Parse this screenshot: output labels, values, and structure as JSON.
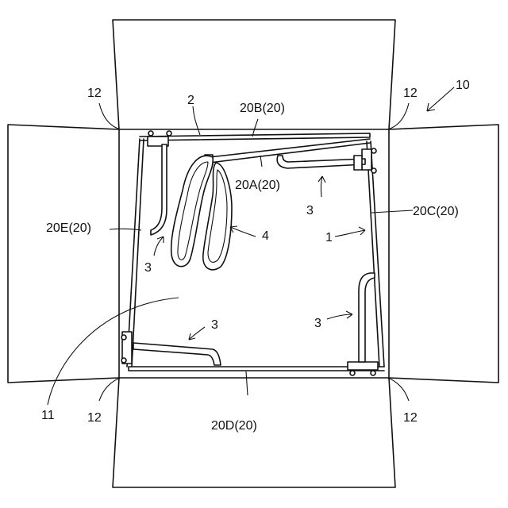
{
  "figure": {
    "labels": {
      "ref_10": "10",
      "ref_2": "2",
      "ref_20B": "20B(20)",
      "ref_20A": "20A(20)",
      "ref_20C": "20C(20)",
      "ref_20D": "20D(20)",
      "ref_20E": "20E(20)",
      "ref_1": "1",
      "ref_4": "4",
      "ref_11": "11",
      "ref_3_upper_left": "3",
      "ref_3_upper_right": "3",
      "ref_3_lower_left": "3",
      "ref_3_lower_right": "3",
      "ref_12_top_left": "12",
      "ref_12_top_right": "12",
      "ref_12_bottom_left": "12",
      "ref_12_bottom_right": "12"
    }
  }
}
